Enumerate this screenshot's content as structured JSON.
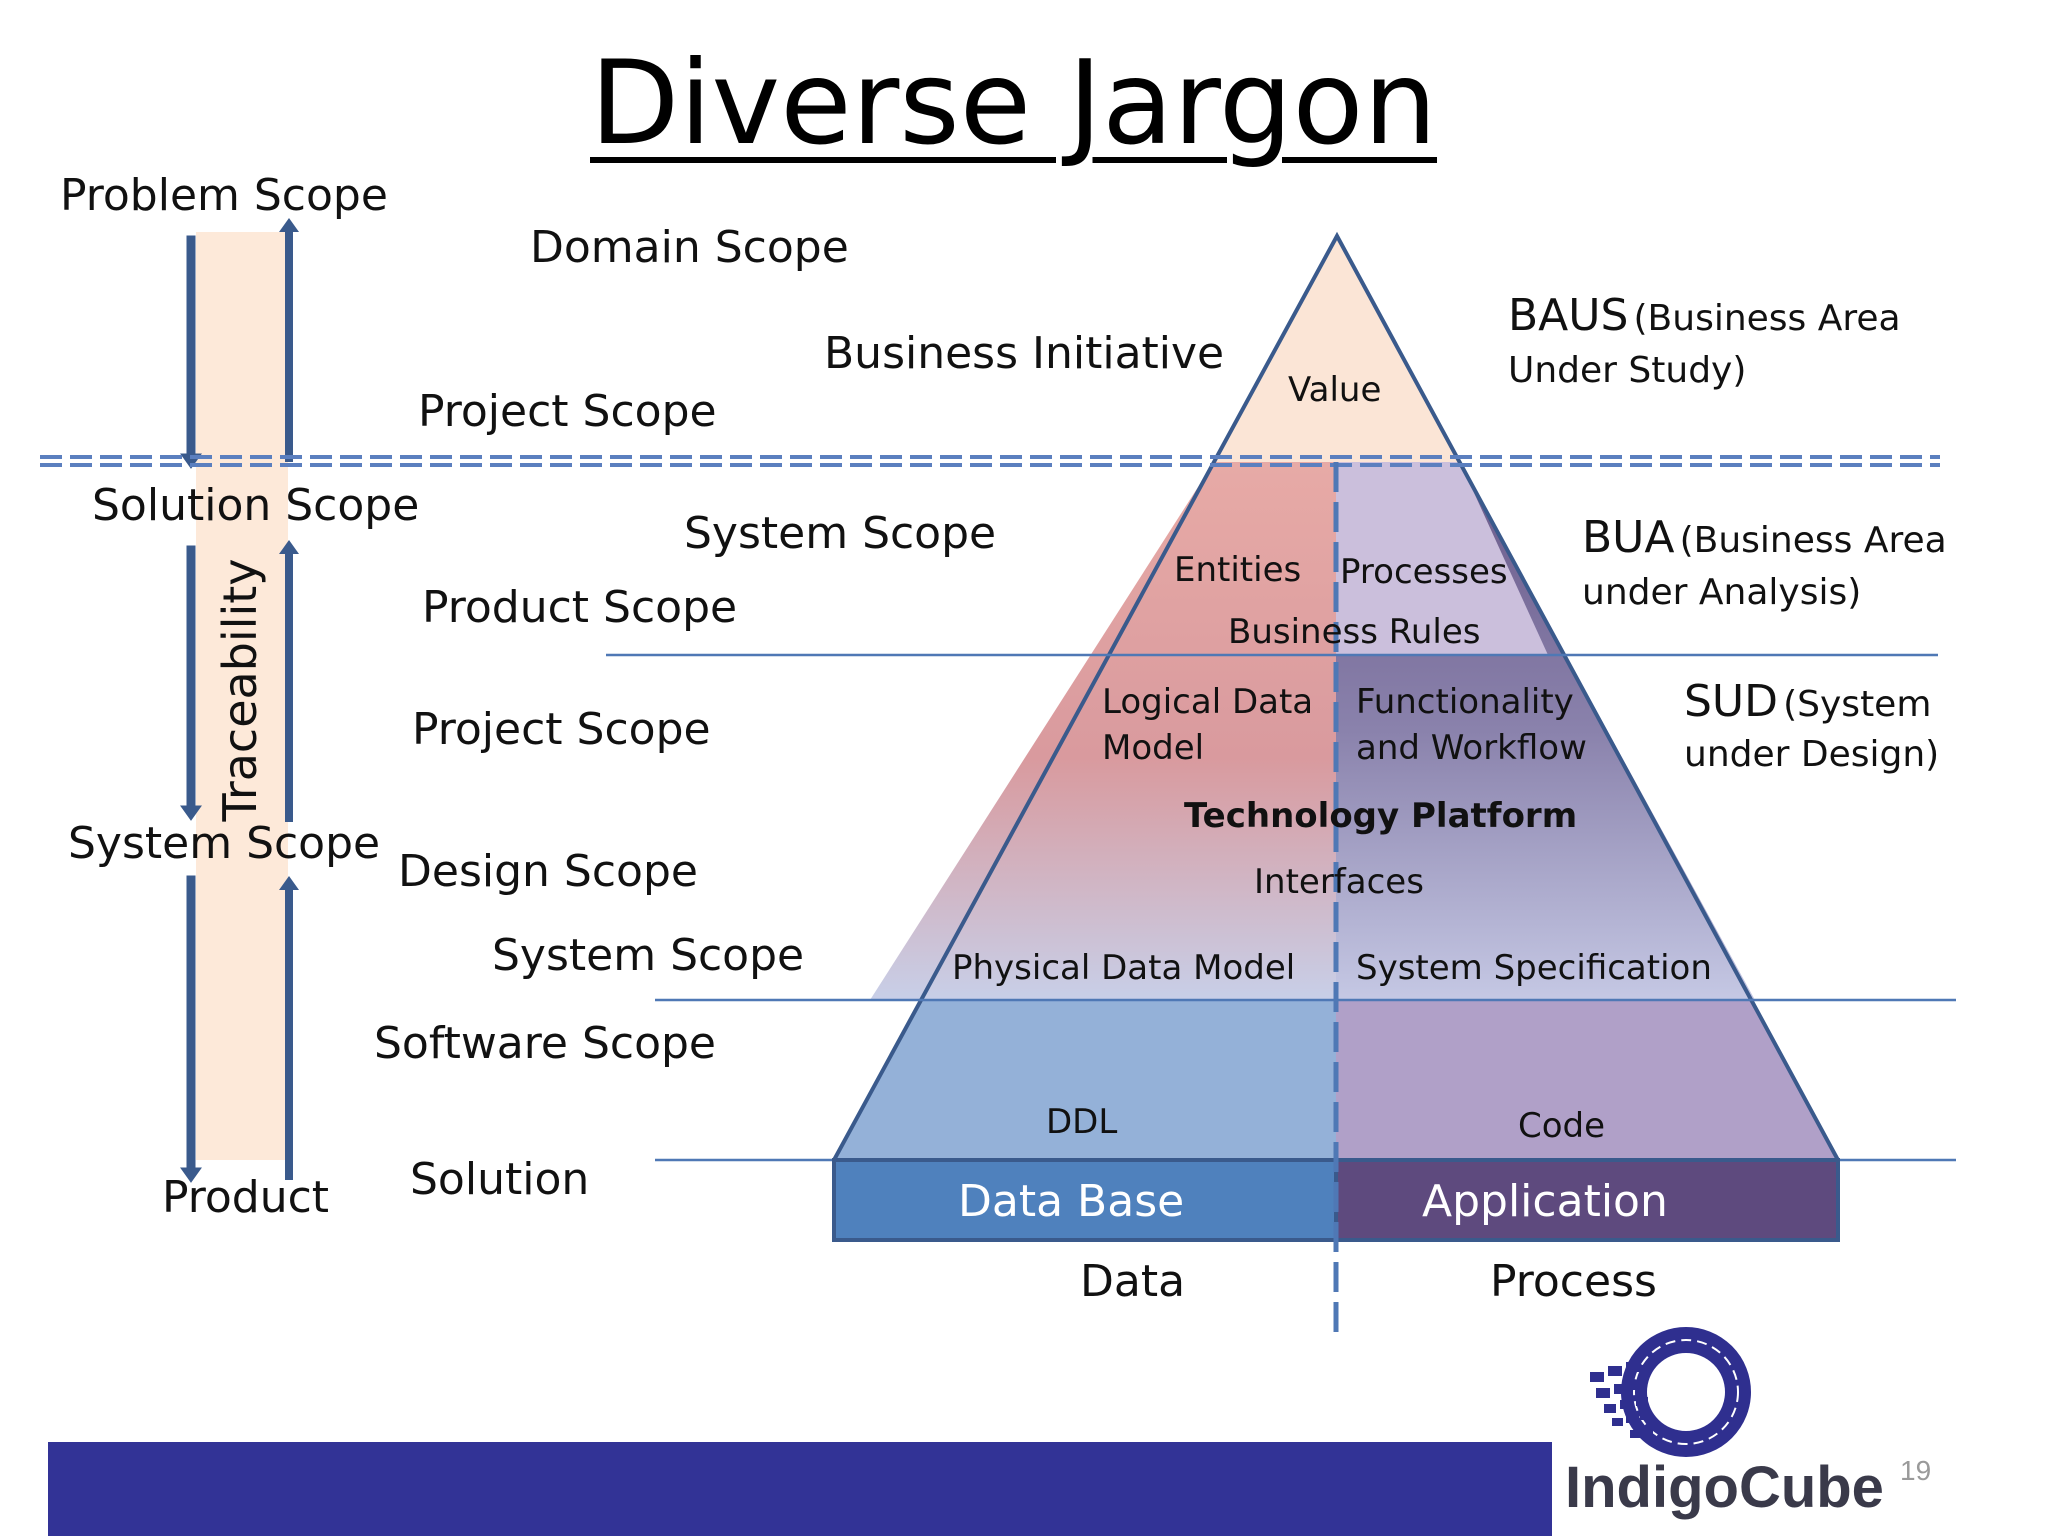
{
  "title": "Diverse Jargon",
  "left_axis": {
    "top": "Problem Scope",
    "middle": "Solution Scope",
    "lower": "System Scope",
    "bottom": "Product",
    "vertical_label": "Traceability"
  },
  "scopes": {
    "domain": "Domain Scope",
    "business_initiative": "Business Initiative",
    "project_1": "Project Scope",
    "system_1": "System Scope",
    "product": "Product Scope",
    "project_2": "Project Scope",
    "design": "Design Scope",
    "system_2": "System Scope",
    "software": "Software Scope",
    "solution": "Solution"
  },
  "pyramid": {
    "value": "Value",
    "entities": "Entities",
    "processes": "Processes",
    "business_rules": "Business Rules",
    "logical_data_model_1": "Logical Data",
    "logical_data_model_2": "Model",
    "functionality_1": "Functionality",
    "functionality_2": "and Workflow",
    "technology_platform": "Technology Platform",
    "interfaces": "Interfaces",
    "physical_data_model": "Physical Data Model",
    "system_specification": "System Specification",
    "ddl": "DDL",
    "code": "Code",
    "database": "Data Base",
    "application": "Application",
    "data": "Data",
    "process": "Process"
  },
  "right_labels": {
    "baus_acronym": "BAUS",
    "baus_1": "(Business Area",
    "baus_2": "Under Study)",
    "bua_acronym": "BUA",
    "bua_1": "(Business Area",
    "bua_2": "under Analysis)",
    "sud_acronym": "SUD",
    "sud_1": "(System",
    "sud_2": "under Design)"
  },
  "footer": {
    "logo_text": "IndigoCube",
    "page_number": "19"
  },
  "colors": {
    "footer_bar": "#323396",
    "database_bar": "#4f81bd",
    "application_bar": "#5e4a7e",
    "arrow_blue": "#3a5a8c",
    "traceability_band": "#fde9d9"
  }
}
